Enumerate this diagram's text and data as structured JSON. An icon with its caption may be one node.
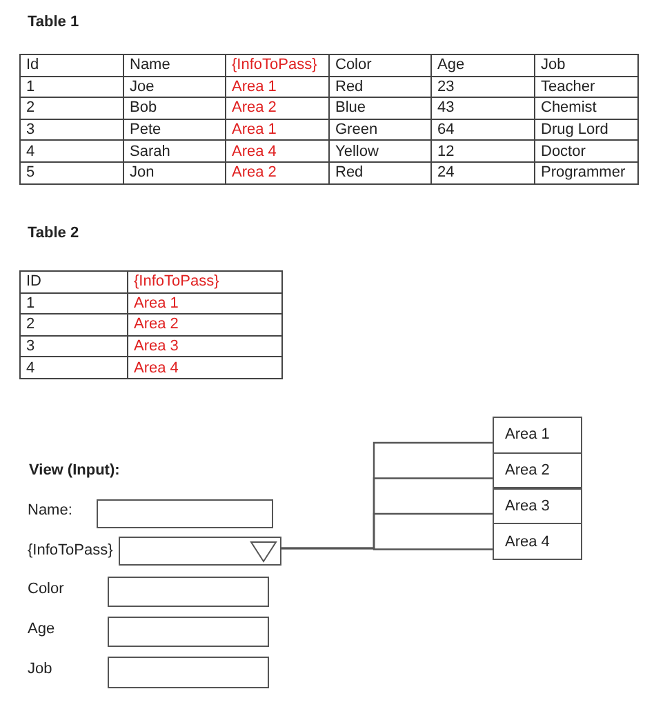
{
  "diagram": {
    "nodes": [
      {
        "text": [],
        "shape": "box",
        "beside": [
          "Name:"
        ]
      },
      {
        "text": [],
        "shape": "box",
        "beside": [
          "{InfoToPass}"
        ]
      },
      {
        "text": [],
        "shape": "box",
        "beside": [
          "Color"
        ]
      },
      {
        "text": [],
        "shape": "box",
        "beside": [
          "Age"
        ]
      },
      {
        "text": [],
        "shape": "box",
        "beside": [
          "Job"
        ]
      },
      {
        "text": [
          "Area 1"
        ]
      },
      {
        "text": [
          "Area 2"
        ]
      },
      {
        "text": [
          "Area 3"
        ]
      },
      {
        "text": [
          "Area 4"
        ]
      }
    ],
    "edges": [
      {
        "from": 1,
        "to": 5,
        "arrow": "none"
      },
      {
        "from": 1,
        "to": 6,
        "arrow": "none"
      },
      {
        "from": 1,
        "to": 7,
        "arrow": "none"
      },
      {
        "from": 1,
        "to": 8,
        "arrow": "none"
      }
    ],
    "labels": [
      "Table 1",
      "Id",
      "Name",
      "{InfoToPass}",
      "Color",
      "Age",
      "Job",
      "1",
      "Joe",
      "Area 1",
      "Red",
      "23",
      "Teacher",
      "2",
      "Bob",
      "Area 2",
      "Blue",
      "43",
      "Chemist",
      "3",
      "Pete",
      "Area 1",
      "Green",
      "64",
      "Drug Lord",
      "4",
      "Sarah",
      "Area 4",
      "Yellow",
      "12",
      "Doctor",
      "5",
      "Jon",
      "Area 2",
      "Red",
      "24",
      "Programmer",
      "Table 2",
      "ID",
      "{InfoToPass}",
      "1",
      "Area 1",
      "2",
      "Area 2",
      "3",
      "Area 3",
      "4",
      "Area 4",
      "View (Input):"
    ]
  }
}
